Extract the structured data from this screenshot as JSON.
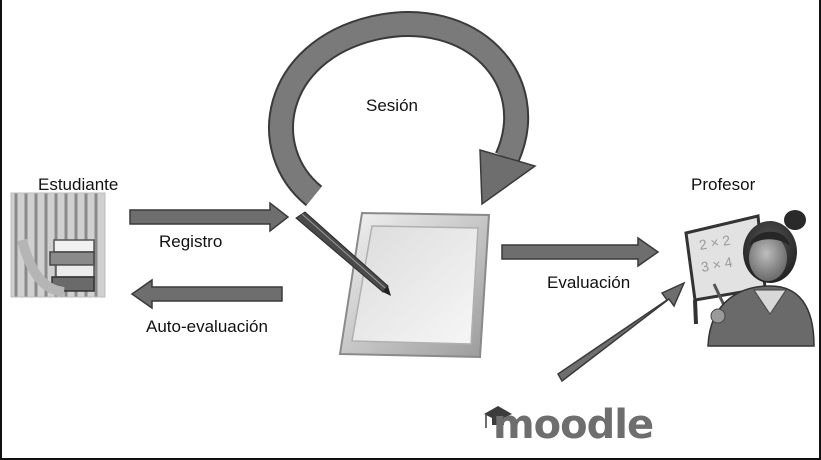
{
  "diagram": {
    "labels": {
      "session": "Sesión",
      "student": "Estudiante",
      "teacher": "Profesor",
      "register": "Registro",
      "self_evaluation": "Auto-evaluación",
      "evaluation": "Evaluación"
    },
    "board_text": {
      "line1": "2 × 2",
      "line2": "3 × 4"
    },
    "logo_text": "moodle"
  },
  "colors": {
    "arrow_fill": "#6e6e6e",
    "arrow_edge": "#3a3a3a",
    "tablet_frame": "#c8c8c8",
    "tablet_screen": "#e6e6e6"
  }
}
